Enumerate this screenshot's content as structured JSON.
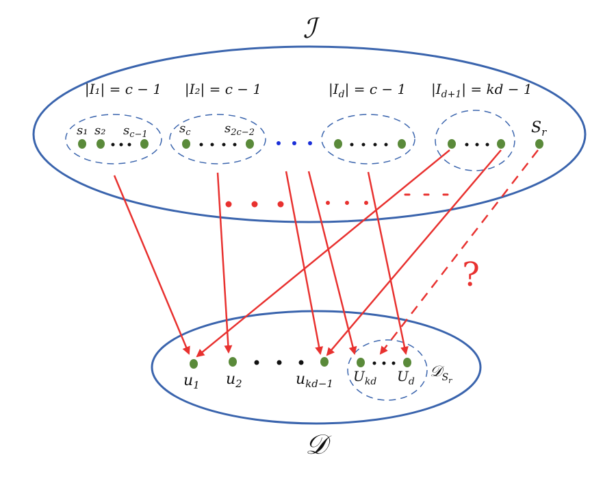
{
  "sets": {
    "I_label": "ℐ",
    "D_label": "𝒟"
  },
  "groups": {
    "g1": {
      "size": "|I₁| = c − 1",
      "n1": "s₁",
      "n2": "s₂",
      "n3": "s",
      "n3_sub": "c−1"
    },
    "g2": {
      "size": "|I₂| = c − 1",
      "n1": "s",
      "n1_sub": "c",
      "n2": "s",
      "n2_sub": "2c−2"
    },
    "gd": {
      "size": "|I",
      "size_sub": "d",
      "size_rest": "| = c − 1"
    },
    "gd1": {
      "size": "|I",
      "size_sub": "d+1",
      "size_rest": "| = kd − 1"
    },
    "sr": {
      "label": "S",
      "sub": "r"
    }
  },
  "bottom": {
    "u1": {
      "label": "u",
      "sub": "1"
    },
    "u2": {
      "label": "u",
      "sub": "2"
    },
    "ukd1": {
      "label": "u",
      "sub": "kd−1"
    },
    "Ukd": {
      "label": "U",
      "sub": "kd"
    },
    "Ud": {
      "label": "U",
      "sub": "d"
    },
    "dsr": {
      "label": "𝒟",
      "sub": "S",
      "subsub": "r"
    }
  },
  "question": "?",
  "colors": {
    "ellipse": "#3a64ad",
    "dashed": "#3a64ad",
    "node": "#5a8a3a",
    "arrow": "#e8312f",
    "blue_dots": "#1a2fd8",
    "black_dots": "#111111"
  }
}
